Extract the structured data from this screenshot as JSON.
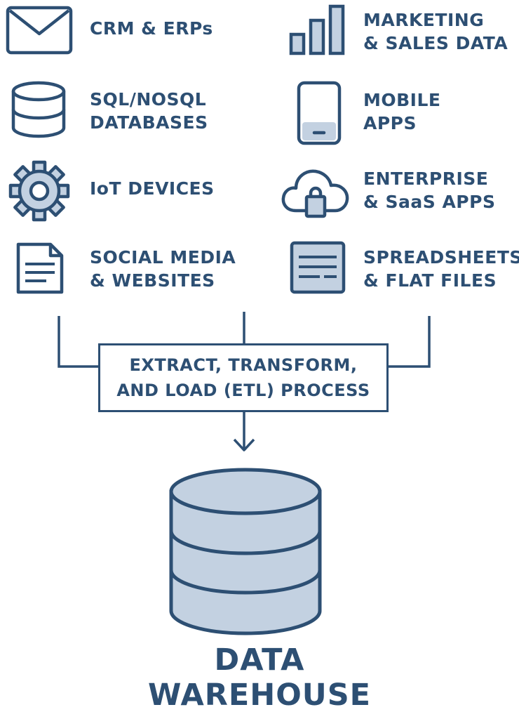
{
  "sources": [
    {
      "icon": "envelope-icon",
      "lines": [
        "CRM & ERPs"
      ]
    },
    {
      "icon": "bar-chart-icon",
      "lines": [
        "MARKETING",
        "& SALES DATA"
      ]
    },
    {
      "icon": "database-icon",
      "lines": [
        "SQL/NOSQL",
        "DATABASES"
      ]
    },
    {
      "icon": "mobile-phone-icon",
      "lines": [
        "MOBILE",
        "APPS"
      ]
    },
    {
      "icon": "gear-icon",
      "lines": [
        "IoT DEVICES"
      ]
    },
    {
      "icon": "cloud-lock-icon",
      "lines": [
        "ENTERPRISE",
        "& SaaS APPS"
      ]
    },
    {
      "icon": "document-icon",
      "lines": [
        "SOCIAL MEDIA",
        "& WEBSITES"
      ]
    },
    {
      "icon": "spreadsheet-icon",
      "lines": [
        "SPREADSHEETS",
        "& FLAT FILES"
      ]
    }
  ],
  "etl": {
    "lines": [
      "EXTRACT, TRANSFORM,",
      "AND LOAD (ETL) PROCESS"
    ]
  },
  "warehouse": {
    "icon": "database-cylinder-icon",
    "lines": [
      "DATA",
      "WAREHOUSE"
    ]
  },
  "colors": {
    "stroke": "#2d4f73",
    "fill": "#c3d1e1",
    "background": "#ffffff"
  }
}
